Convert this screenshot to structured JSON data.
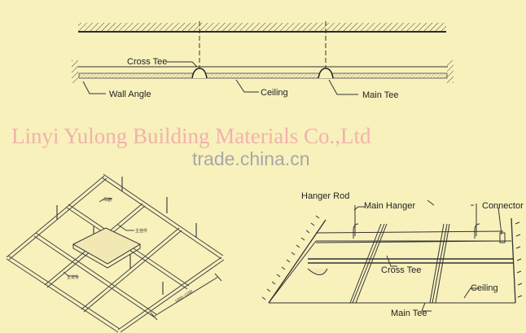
{
  "top_diagram": {
    "labels": {
      "cross_tee": "Cross Tee",
      "wall_angle": "Wall Angle",
      "ceiling": "Ceiling",
      "main_tee": "Main Tee"
    }
  },
  "watermark": {
    "company": "Linyi Yulong Building Materials Co.,Ltd",
    "site": "trade.china.cn",
    "company_color": "#f2b2ac",
    "site_color": "#a8a8a8"
  },
  "left_diagram": {
    "labels": {
      "hanger": "吊筋",
      "main_hanger": "主挂件",
      "main_runner": "主龙骨",
      "dimension": "1000~1150"
    }
  },
  "right_diagram": {
    "labels": {
      "hanger_rod": "Hanger Rod",
      "main_hanger": "Main Hanger",
      "connector": "Connector",
      "cross_tee": "Cross Tee",
      "ceiling": "Ceiling",
      "main_tee": "Main Tee"
    }
  },
  "colors": {
    "background": "#f8f1bc",
    "line": "#2a2a2a"
  }
}
